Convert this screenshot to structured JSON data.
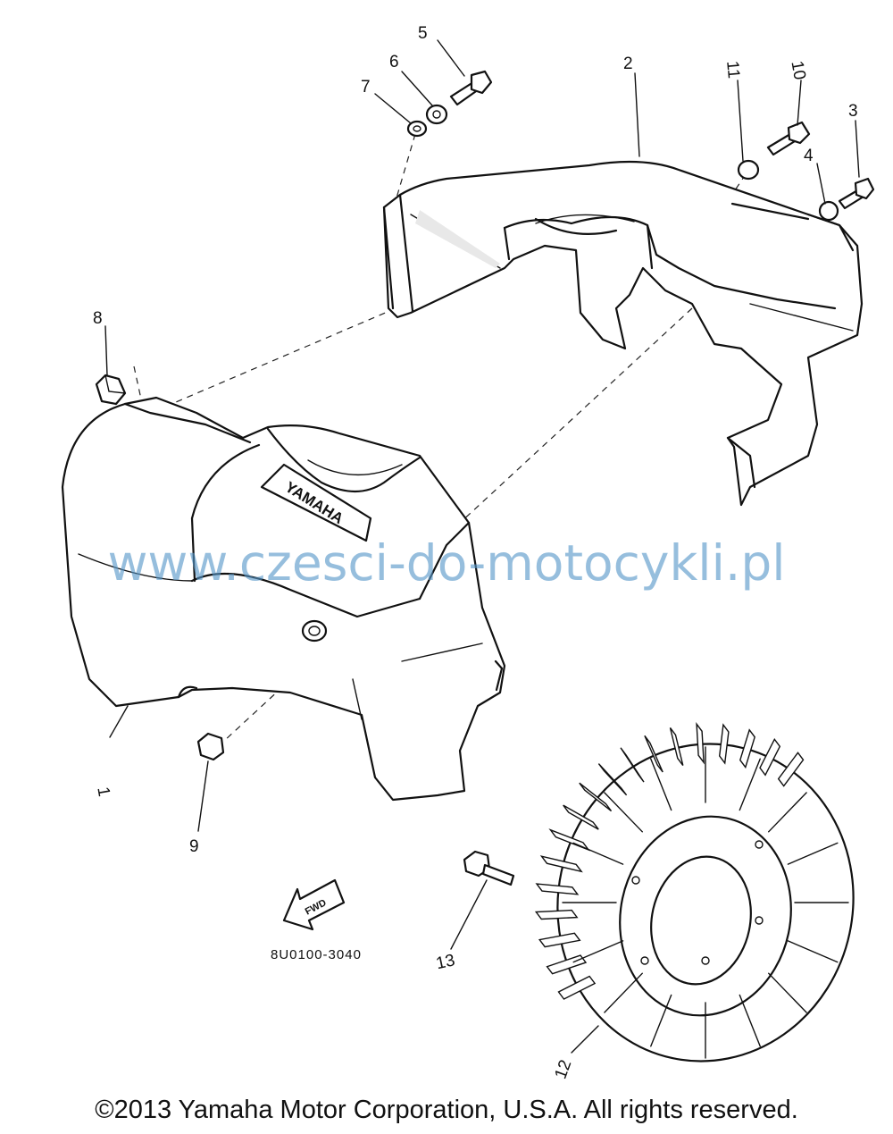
{
  "callouts": [
    "1",
    "2",
    "3",
    "4",
    "5",
    "6",
    "7",
    "8",
    "9",
    "10",
    "11",
    "12",
    "13"
  ],
  "cover_brand": "YAMAHA",
  "direction_mark": "FWD",
  "part_code": "8U0100-3040",
  "watermark": "www.czesci-do-motocykli.pl",
  "copyright": "©2013 Yamaha Motor Corporation, U.S.A. All rights reserved."
}
